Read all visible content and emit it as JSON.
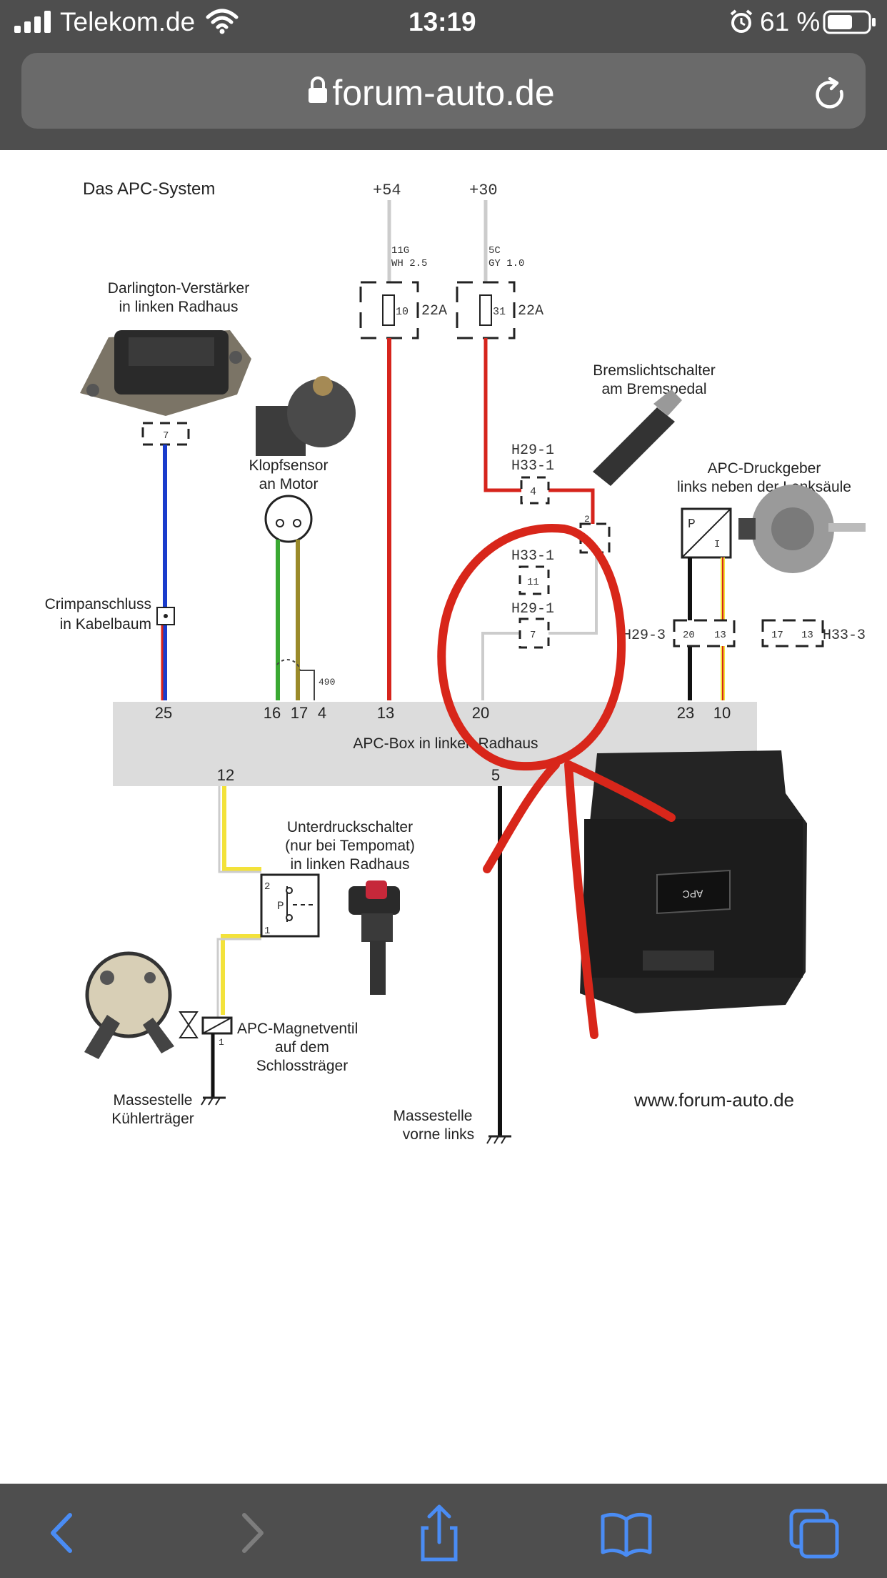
{
  "status_bar": {
    "carrier": "Telekom.de",
    "time": "13:19",
    "battery": "61 %",
    "battery_level": 0.61
  },
  "browser": {
    "url": "forum-auto.de"
  },
  "diagram": {
    "title": "Das APC-System",
    "terminal_54": "+54",
    "terminal_30": "+30",
    "wire_11g": "11G",
    "wire_wh": "WH  2.5",
    "wire_5c": "5C",
    "wire_gy": "GY  1.0",
    "fuse1_num": "10",
    "fuse1_amp": "22A",
    "fuse2_num": "31",
    "fuse2_amp": "22A",
    "darlington": [
      "Darlington-Verstärker",
      "in linken Radhaus"
    ],
    "darlington_pin": "7",
    "klopfsensor": [
      "Klopfsensor",
      "an Motor"
    ],
    "crimp": [
      "Crimpanschluss",
      "in Kabelbaum"
    ],
    "bremslicht": [
      "Bremslichtschalter",
      "am Bremspedal"
    ],
    "druckgeber": [
      "APC-Druckgeber",
      "links neben der Lenksäule"
    ],
    "h29_1": "H29-1",
    "h33_1": "H33-1",
    "h29_3": "H29-3",
    "h33_3": "H33-3",
    "conn_pin_4": "4",
    "conn_pin_11": "11",
    "conn_pin_7": "7",
    "brake_pin_2": "2",
    "sensor_p": "P",
    "sensor_i": "I",
    "wire_490": "490",
    "pins_top": [
      "25",
      "16",
      "17",
      "4",
      "13",
      "20",
      "23",
      "10"
    ],
    "h29_3_pins": [
      "20",
      "13"
    ],
    "h33_3_pins": [
      "17",
      "13"
    ],
    "apc_box": "APC-Box in linken Radhaus",
    "pin_12": "12",
    "pin_5": "5",
    "unterdruck": [
      "Unterdruckschalter",
      "(nur bei Tempomat)",
      "in linken Radhaus"
    ],
    "switch_pin_2": "2",
    "switch_pin_1": "1",
    "switch_p": "P",
    "magnetventil": [
      "APC-Magnetventil",
      "auf dem",
      "Schlossträger"
    ],
    "valve_pin": "1",
    "masse1": [
      "Massestelle",
      "Kühlerträger"
    ],
    "masse2": [
      "Massestelle",
      "vorne links"
    ],
    "ecu_label": "APC",
    "website": "www.forum-auto.de",
    "colors": {
      "red": "#d6241c",
      "blue": "#1a3ccc",
      "green": "#3aa832",
      "olive": "#9a8a2a",
      "yellow": "#f3e23a",
      "annotation": "#d8261a",
      "box": "#dcdcdc"
    }
  },
  "toolbar": {
    "icons": [
      "back-icon",
      "forward-icon",
      "share-icon",
      "bookmarks-icon",
      "tabs-icon"
    ]
  }
}
